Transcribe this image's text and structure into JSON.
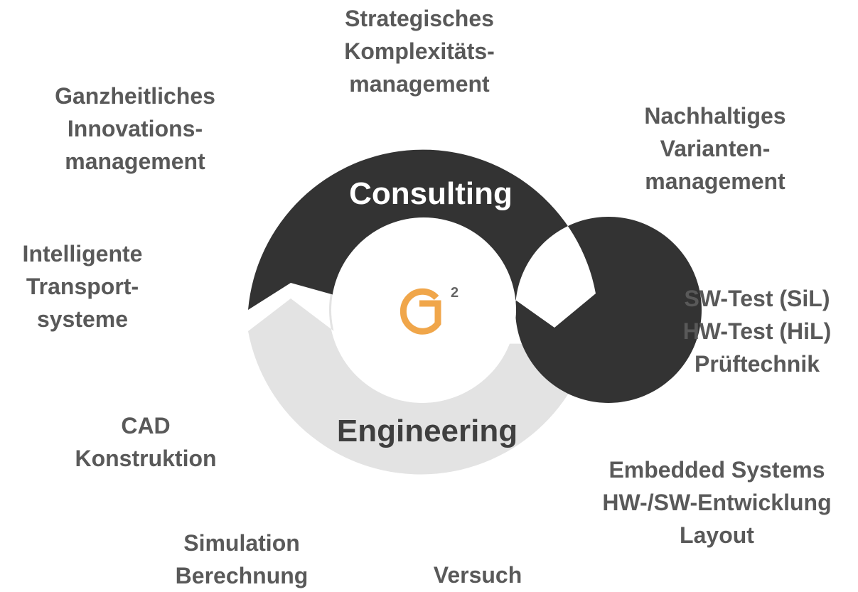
{
  "diagram": {
    "center_logo": {
      "letter": "G",
      "superscript": "2",
      "color": "#f0a64a"
    },
    "ring": {
      "top_segment": {
        "label": "Consulting",
        "color": "#333333"
      },
      "bottom_segment": {
        "label": "Engineering",
        "color": "#e3e3e3"
      }
    },
    "labels": {
      "strategic": [
        "Strategisches",
        "Komplexitäts-",
        "management"
      ],
      "innovation": [
        "Ganzheitliches",
        "Innovations-",
        "management"
      ],
      "variants": [
        "Nachhaltiges",
        "Varianten-",
        "management"
      ],
      "transport": [
        "Intelligente",
        "Transport-",
        "systeme"
      ],
      "test": [
        "SW-Test (SiL)",
        "HW-Test (HiL)",
        "Prüftechnik"
      ],
      "cad": [
        "CAD",
        "Konstruktion"
      ],
      "embedded": [
        "Embedded Systems",
        "HW-/SW-Entwicklung",
        "Layout"
      ],
      "simulation": [
        "Simulation",
        "Berechnung"
      ],
      "versuch": [
        "Versuch"
      ]
    },
    "text_color": "#595959"
  }
}
